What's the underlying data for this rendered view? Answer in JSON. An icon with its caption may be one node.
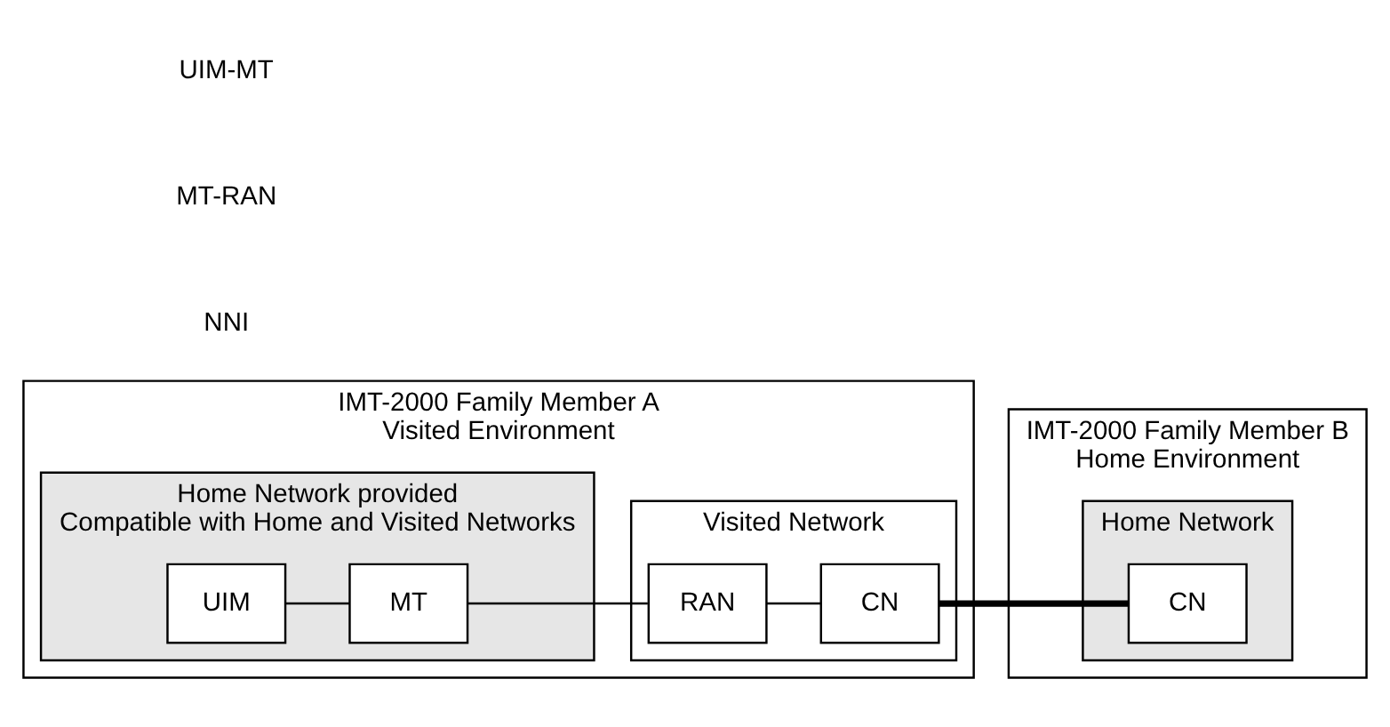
{
  "diagram": {
    "nodes": [
      {
        "text": [
          "IMT-2000 Family Member A",
          "Visited Environment"
        ]
      },
      {
        "text": [
          "Home Network provided",
          "Compatible with Home and Visited Networks"
        ],
        "in": 0
      },
      {
        "text": [
          "UIM"
        ],
        "in": 1
      },
      {
        "text": [
          "MT"
        ],
        "in": 1
      },
      {
        "text": [
          "Visited Network"
        ],
        "in": 0
      },
      {
        "text": [
          "RAN"
        ],
        "in": 4
      },
      {
        "text": [
          "CN"
        ],
        "in": 4
      },
      {
        "text": [
          "IMT-2000 Family Member B",
          "Home Environment"
        ]
      },
      {
        "text": [
          "Home Network"
        ],
        "in": 7
      },
      {
        "text": [
          "CN"
        ],
        "in": 8
      }
    ],
    "edges": [
      {
        "from": 2,
        "to": 3,
        "arrow": "none"
      },
      {
        "from": 3,
        "to": 5,
        "arrow": "none"
      },
      {
        "from": 5,
        "to": 6,
        "arrow": "none"
      },
      {
        "from": 6,
        "to": 9,
        "arrow": "none",
        "style": "thick"
      }
    ],
    "labels": [
      "UIM-MT",
      "MT-RAN",
      "NNI"
    ]
  }
}
